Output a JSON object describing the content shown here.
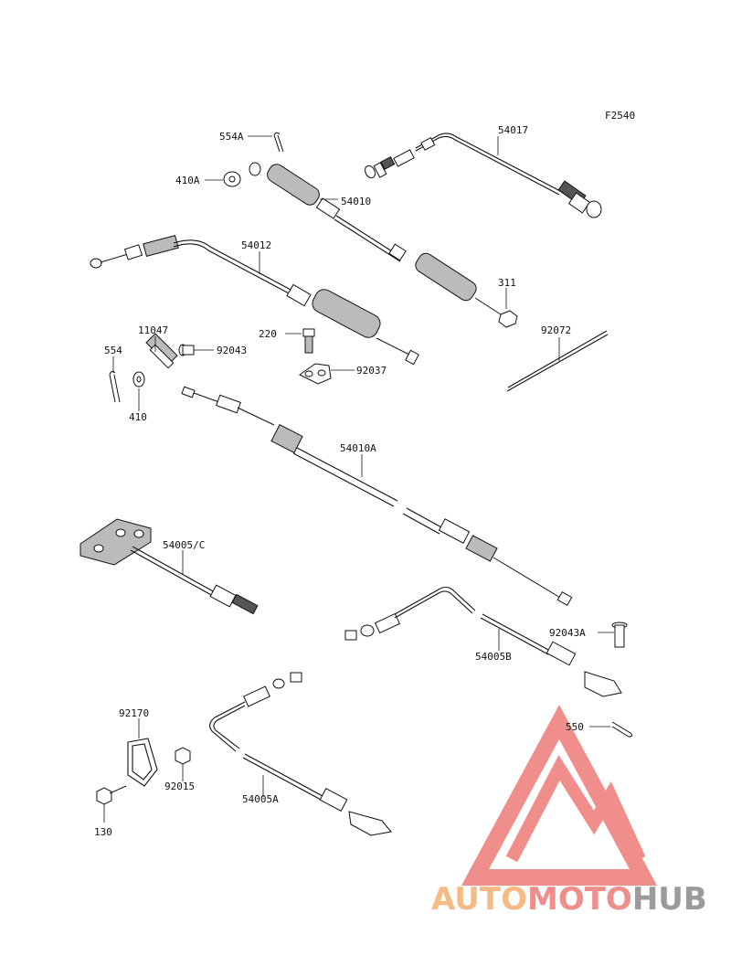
{
  "figure_code": "F2540",
  "labels": {
    "p54017": "54017",
    "p554A": "554A",
    "p410A": "410A",
    "p54010": "54010",
    "p54012": "54012",
    "p311": "311",
    "p220": "220",
    "p92037": "92037",
    "p11047": "11047",
    "p92043": "92043",
    "p554": "554",
    "p410": "410",
    "p92072": "92072",
    "p54010A": "54010A",
    "p54005C": "54005/C",
    "p92043A": "92043A",
    "p54005B": "54005B",
    "p550": "550",
    "p92170": "92170",
    "p92015": "92015",
    "p130": "130",
    "p54005A": "54005A"
  },
  "watermark": {
    "part1": "AUTO",
    "part2": "MOTO",
    "part3": "HUB",
    "color_orange": "#f5b070",
    "color_red": "#ee7b78",
    "color_grey": "#8a8a8a"
  }
}
